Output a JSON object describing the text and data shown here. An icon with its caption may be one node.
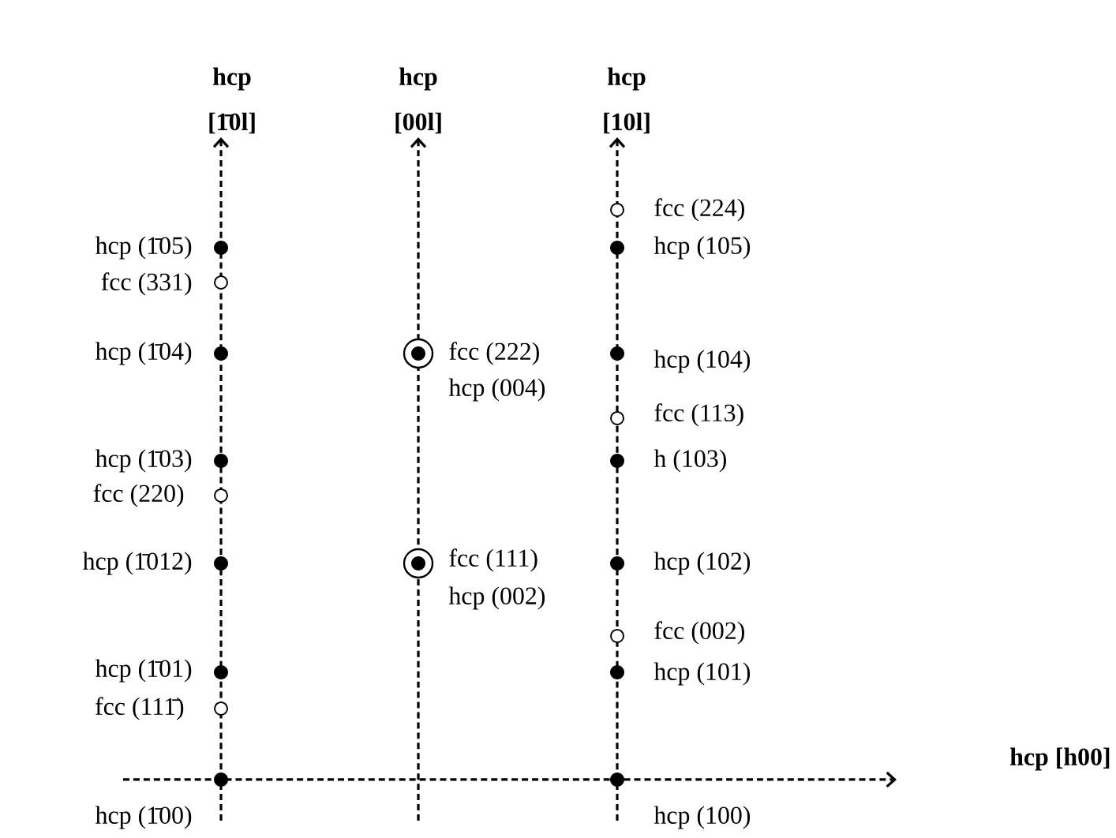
{
  "diagram": {
    "labels": [
      "hcp",
      "hcp",
      "hcp",
      "**[1̄0**l]",
      "**[00**l]",
      "**[10**l]",
      "fcc (224)",
      "hcp (1̄05)",
      "hcp (105)",
      "fcc (331)",
      "hcp (1̄04)",
      "fcc (222)",
      "hcp (104)",
      "hcp (004)",
      "fcc (113)",
      "hcp (1̄03)",
      "h (103)",
      "fcc (220)",
      "hcp (1̄012)",
      "fcc (111)",
      "hcp (102)",
      "hcp (002)",
      "fcc (002)",
      "hcp (1̄01)",
      "hcp (101)",
      "fcc (111̄)",
      "hcp [h00]",
      "hcp (1̄00)",
      "hcp (100)"
    ]
  }
}
